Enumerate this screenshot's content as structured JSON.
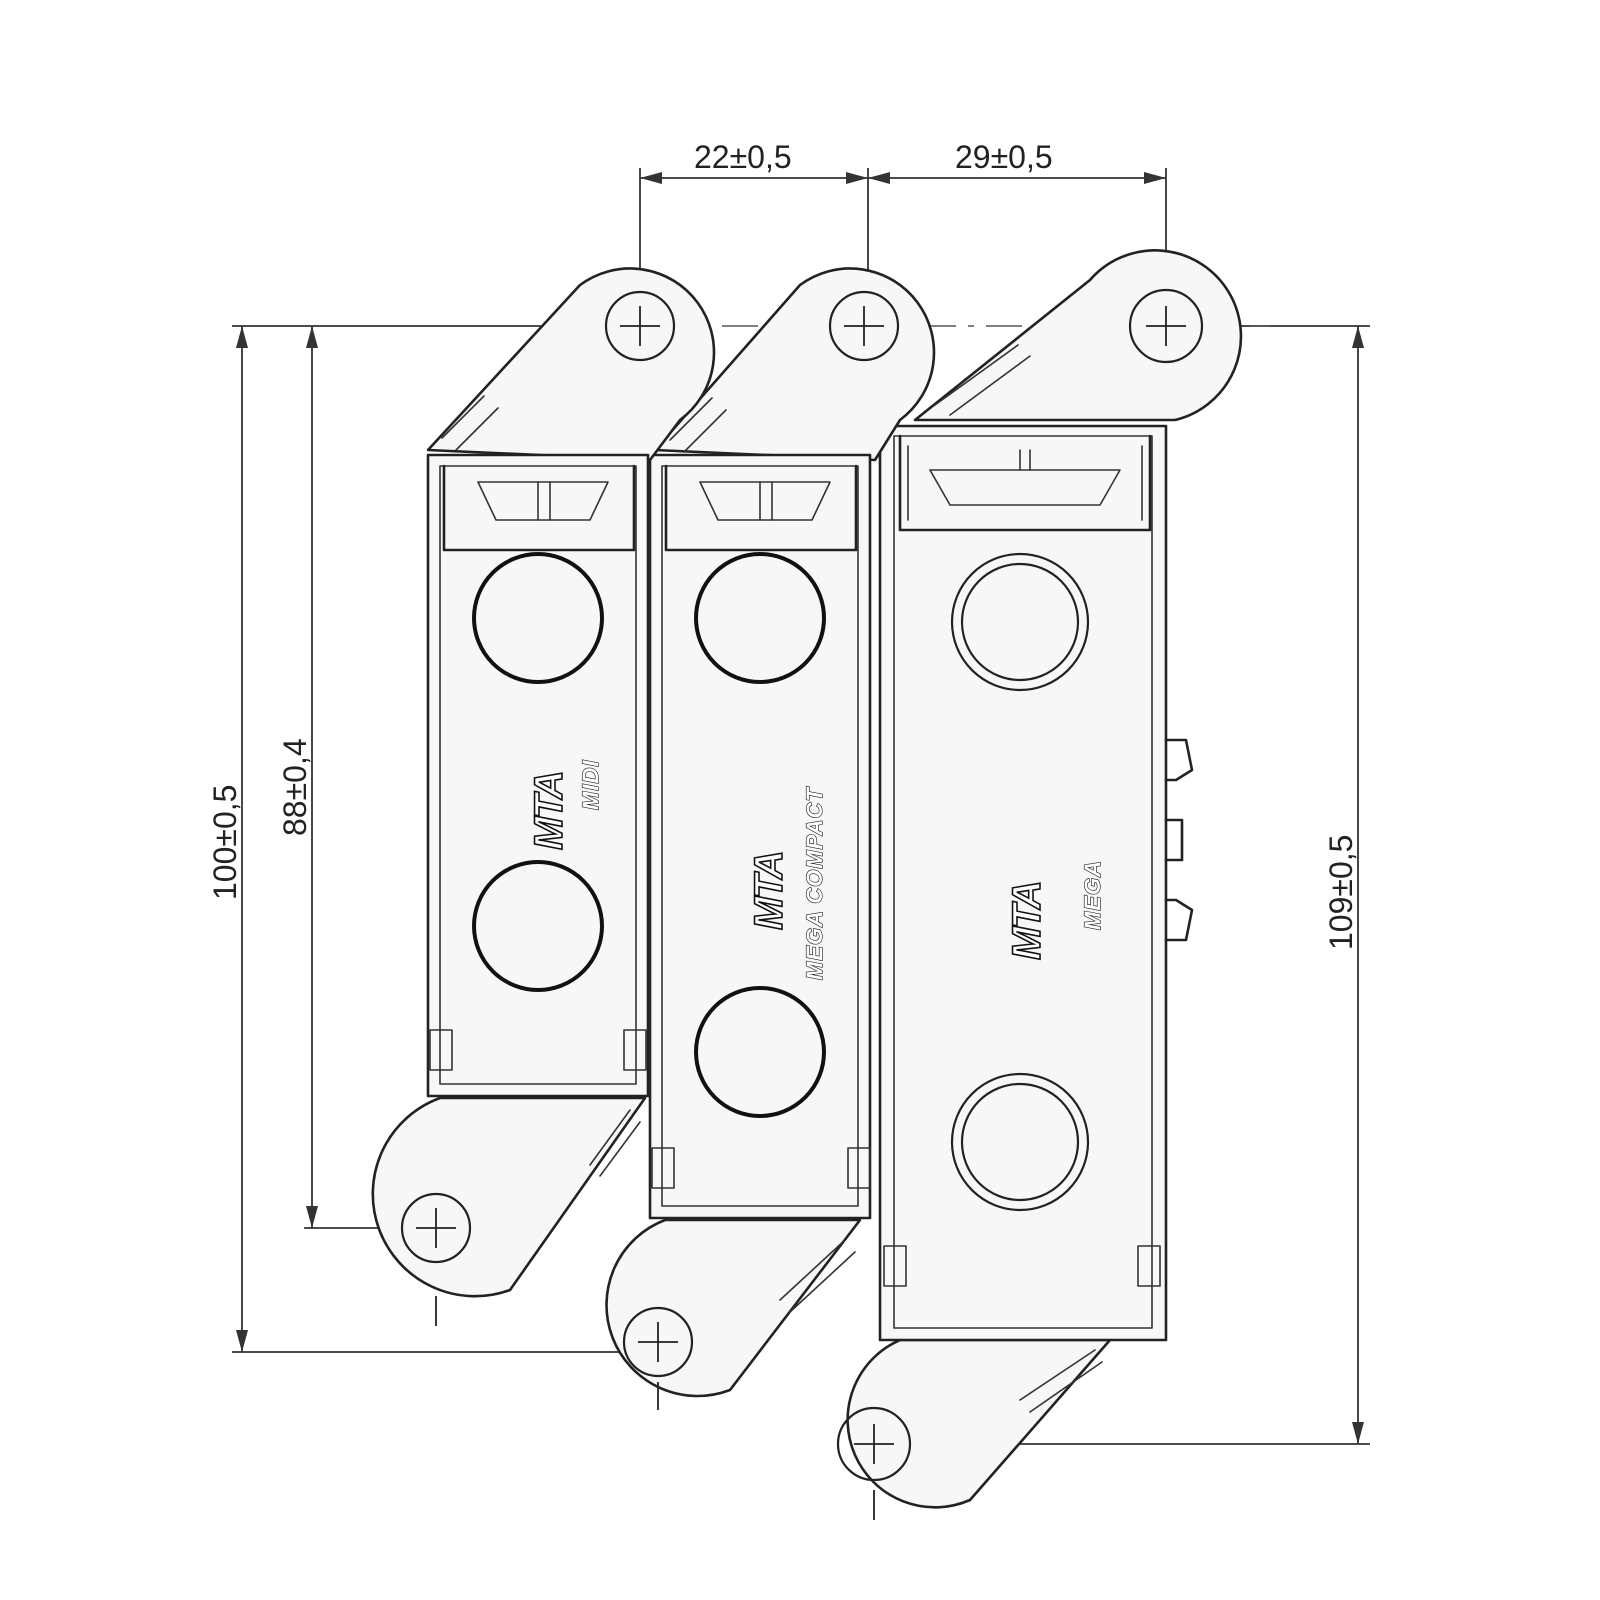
{
  "dimensions": {
    "pitch_midi_to_compact": "22±0,5",
    "pitch_compact_to_mega": "29±0,5",
    "height_overall_midi": "100±0,5",
    "height_pitch_midi": "88±0,4",
    "height_pitch_mega": "109±0,5"
  },
  "links": [
    {
      "model": "MIDI",
      "logo": "MTA"
    },
    {
      "model": "MEGA COMPACT",
      "logo": "MTA"
    },
    {
      "model": "MEGA",
      "logo": "MTA"
    }
  ]
}
